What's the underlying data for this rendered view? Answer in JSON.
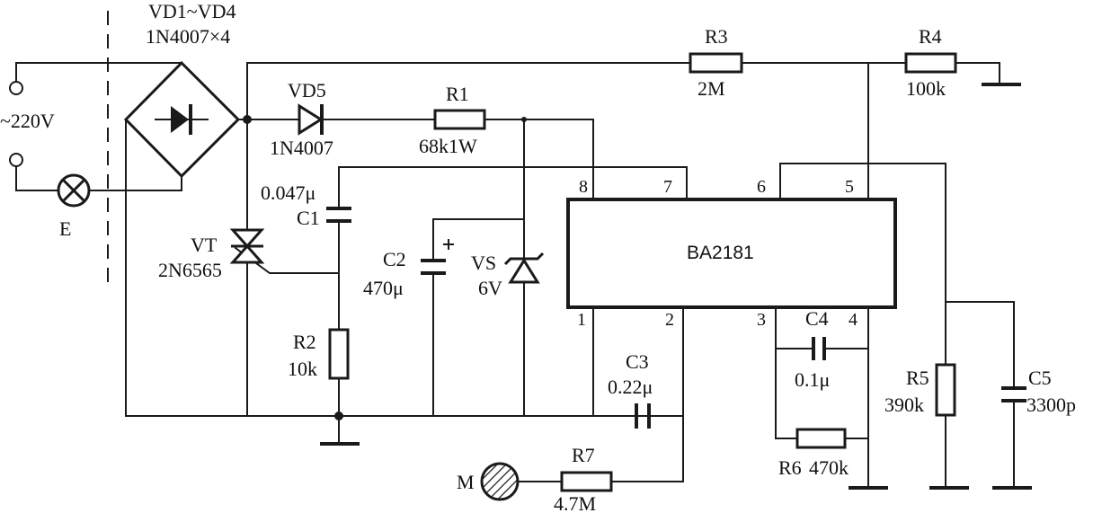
{
  "bridge": {
    "name": "VD1~VD4",
    "part": "1N4007×4"
  },
  "supply": {
    "voltage": "~220V"
  },
  "lamp": {
    "name": "E"
  },
  "vd5": {
    "name": "VD5",
    "part": "1N4007"
  },
  "r1": {
    "name": "R1",
    "value": "68k1W"
  },
  "r2": {
    "name": "R2",
    "value": "10k"
  },
  "r3": {
    "name": "R3",
    "value": "2M"
  },
  "r4": {
    "name": "R4",
    "value": "100k"
  },
  "r5": {
    "name": "R5",
    "value": "390k"
  },
  "r6": {
    "name": "R6",
    "value": "470k"
  },
  "r7": {
    "name": "R7",
    "value": "4.7M"
  },
  "c1": {
    "name": "C1",
    "value": "0.047μ"
  },
  "c2": {
    "name": "C2",
    "value": "470μ"
  },
  "c3": {
    "name": "C3",
    "value": "0.22μ"
  },
  "c4": {
    "name": "C4",
    "value": "0.1μ"
  },
  "c5": {
    "name": "C5",
    "value": "3300p"
  },
  "vt": {
    "name": "VT",
    "part": "2N6565"
  },
  "vs": {
    "name": "VS",
    "value": "6V"
  },
  "mic": {
    "name": "M"
  },
  "ic": {
    "name": "BA2181",
    "pins": {
      "p1": "1",
      "p2": "2",
      "p3": "3",
      "p4": "4",
      "p5": "5",
      "p6": "6",
      "p7": "7",
      "p8": "8"
    }
  }
}
